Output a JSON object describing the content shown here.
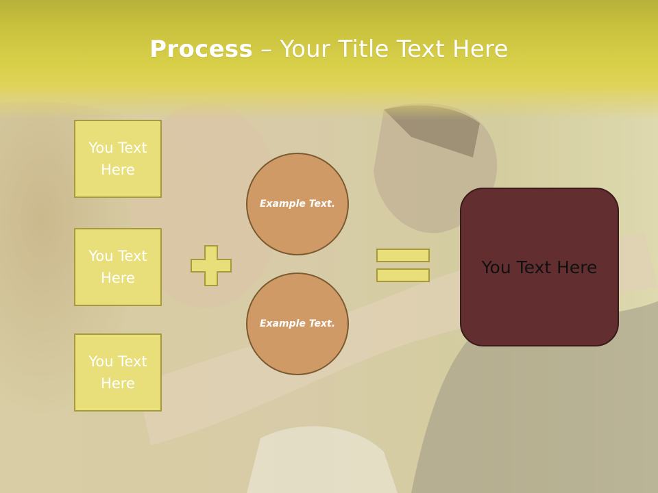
{
  "slide": {
    "title_bold": "Process",
    "title_rest": " – Your Title Text Here",
    "boxes": [
      {
        "label": "You Text Here"
      },
      {
        "label": "You Text Here"
      },
      {
        "label": "You Text Here"
      }
    ],
    "circles": [
      {
        "label": "Example Text."
      },
      {
        "label": "Example Text."
      }
    ],
    "result": {
      "label": "You Text Here"
    },
    "colors": {
      "title_band": "#d9d04a",
      "box_fill": "#e8de7a",
      "box_border": "#a79a3c",
      "circle_fill": "#cf9a66",
      "result_fill": "#622e2f"
    },
    "icons": [
      "plus-icon",
      "equals-icon"
    ]
  }
}
